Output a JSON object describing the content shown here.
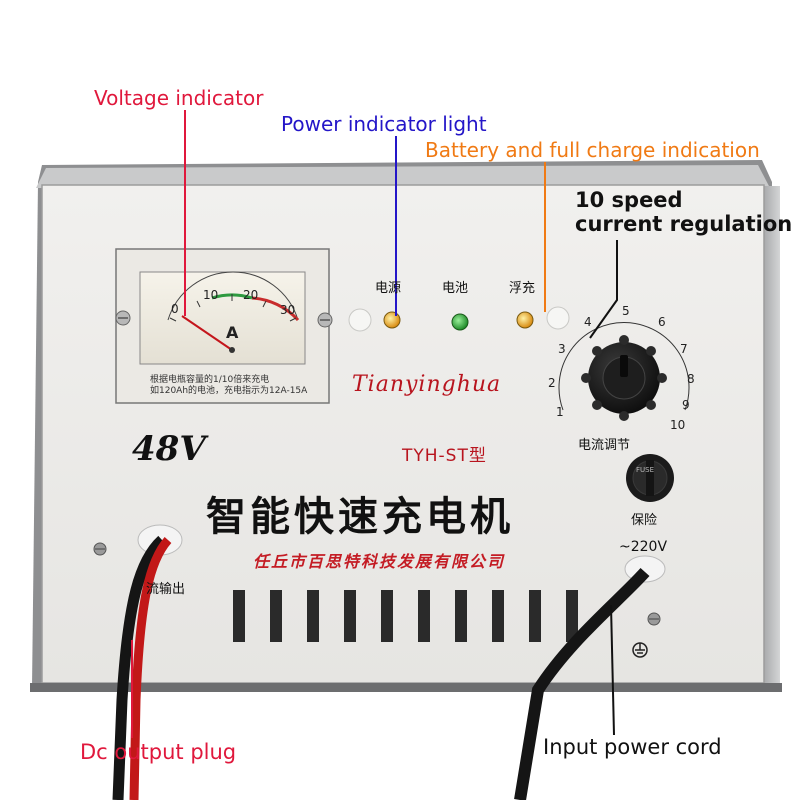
{
  "callouts": {
    "voltage_indicator": "Voltage indicator",
    "power_indicator": "Power indicator light",
    "battery_full": "Battery and full charge indication",
    "speed_line1": "10 speed",
    "speed_line2": "current regulation",
    "dc_output": "Dc output plug",
    "input_cord": "Input power cord"
  },
  "panel": {
    "brand": "Tianyinghua",
    "voltage": "48V",
    "model": "TYH-ST型",
    "title": "智能快速充电机",
    "manufacturer": "任丘市百思特科技发展有限公司",
    "indicator_labels": [
      "电源",
      "电池",
      "浮充"
    ],
    "knob_label": "电流调节",
    "knob_scale": [
      "1",
      "2",
      "3",
      "4",
      "5",
      "6",
      "7",
      "8",
      "9",
      "10"
    ],
    "fuse_label": "保险",
    "fuse_mark": "FUSE",
    "input_voltage": "~220V",
    "dc_output_label": "流输出",
    "meter_note_line1": "根据电瓶容量的1/10倍来充电",
    "meter_note_line2": "如120Ah的电池，充电指示为12A-15A"
  },
  "meter": {
    "unit": "A",
    "scale": [
      "0",
      "10",
      "20",
      "30"
    ],
    "reading_amps": 2
  },
  "colors": {
    "voltage_callout": "#e0183c",
    "power_callout": "#2416c8",
    "battery_callout": "#f07a14",
    "brand_red": "#b8141e",
    "power_led": "#e8a014",
    "battery_led": "#2ea838",
    "float_led": "#e8a014"
  }
}
